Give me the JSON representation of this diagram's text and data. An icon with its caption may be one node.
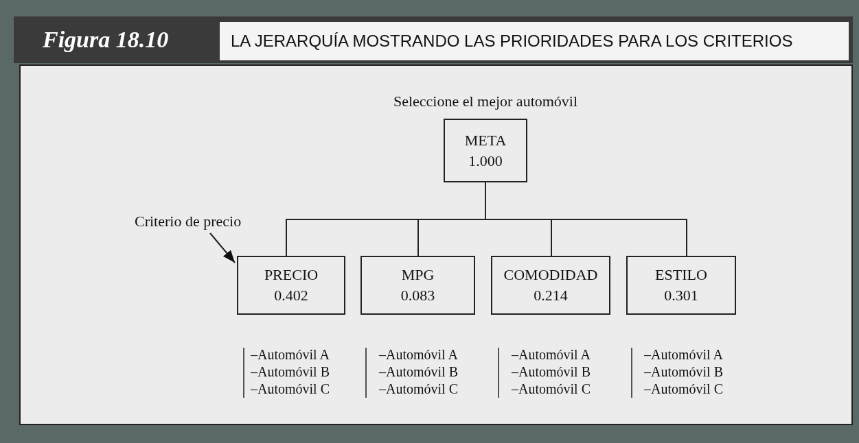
{
  "diagram": {
    "title": "LA JERARQUÍA MOSTRANDO LAS PRIORIDADES PARA LOS CRITERIOS",
    "nodes": [
      {
        "text": [
          "META",
          "1.000"
        ],
        "beside": [
          "Seleccione el mejor automóvil"
        ]
      },
      {
        "text": [
          "Criterio de precio"
        ]
      },
      {
        "text": [
          "PRECIO",
          "0.402"
        ]
      },
      {
        "text": [
          "MPG",
          "0.083"
        ]
      },
      {
        "text": [
          "COMODIDAD",
          "0.214"
        ]
      },
      {
        "text": [
          "ESTILO",
          "0.301"
        ]
      }
    ],
    "edges": [
      {
        "from": 0,
        "to": 2,
        "arrow": "none"
      },
      {
        "from": 0,
        "to": 3,
        "arrow": "none"
      },
      {
        "from": 0,
        "to": 4,
        "arrow": "none"
      },
      {
        "from": 0,
        "to": 5,
        "arrow": "none"
      },
      {
        "from": 1,
        "to": 2,
        "arrow": "to"
      }
    ],
    "labels": [
      "Figura 18.10",
      "–Automóvil A",
      "–Automóvil B",
      "–Automóvil C",
      "–Automóvil A",
      "–Automóvil B",
      "–Automóvil C",
      "–Automóvil A",
      "–Automóvil B",
      "–Automóvil C",
      "–Automóvil A",
      "–Automóvil B",
      "–Automóvil C"
    ]
  }
}
